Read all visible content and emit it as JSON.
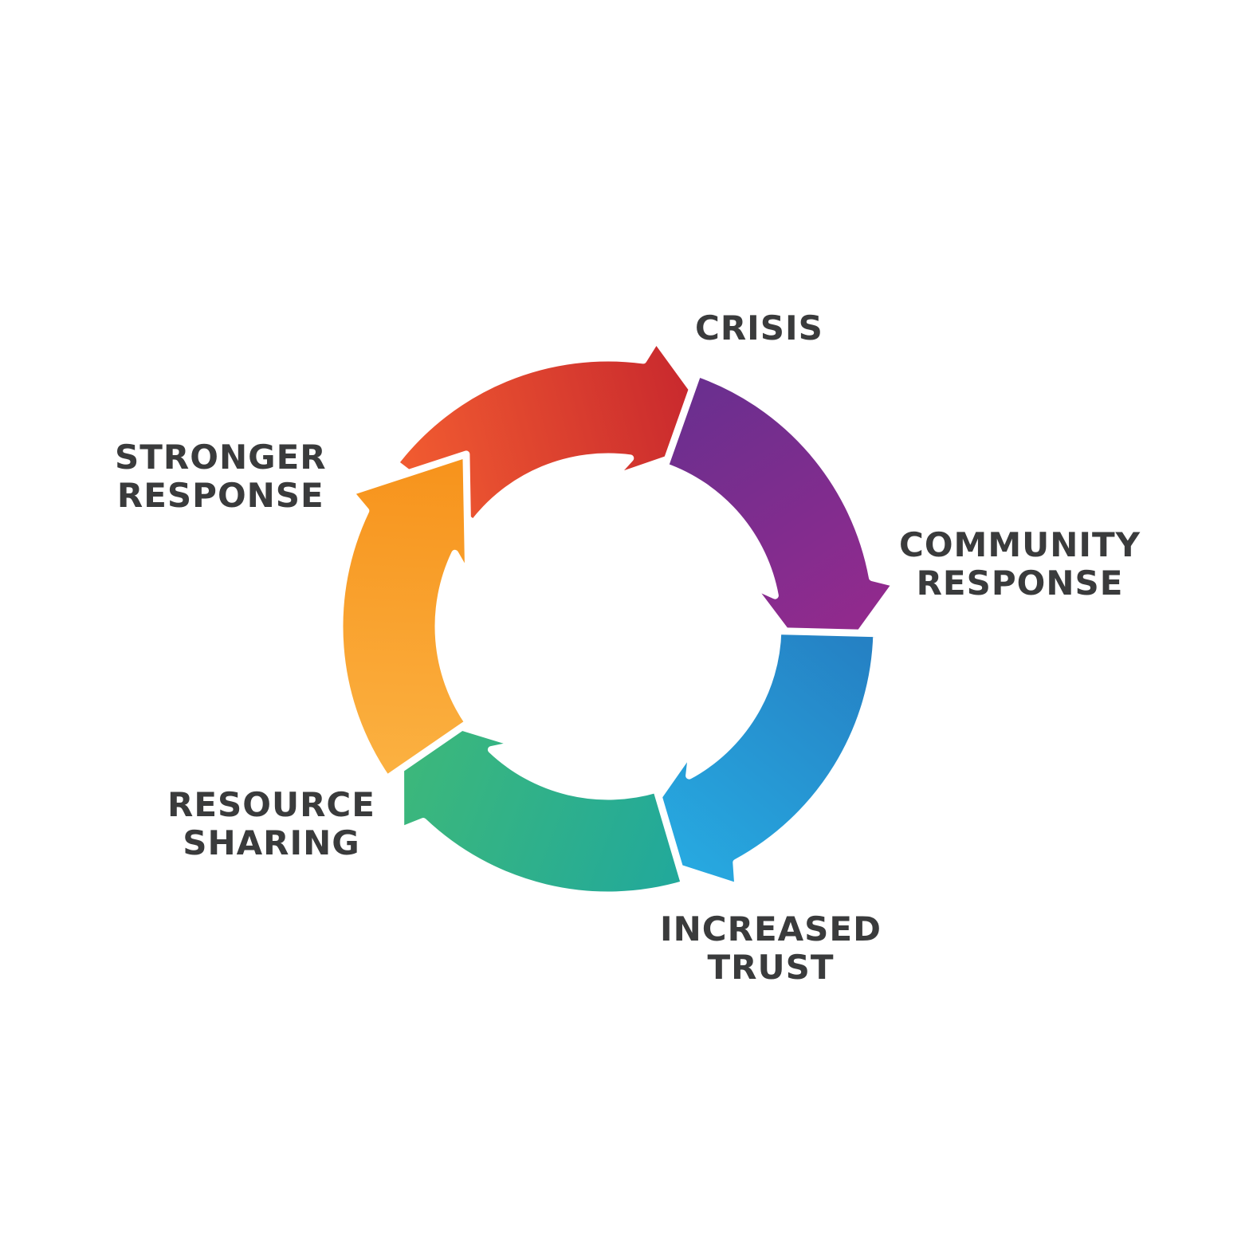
{
  "title": "Crisis response cycle",
  "steps": [
    {
      "name": "crisis",
      "lines": [
        "CRISIS"
      ],
      "colors": [
        "#f05a30",
        "#c8282e"
      ]
    },
    {
      "name": "community-response",
      "lines": [
        "COMMUNITY",
        "RESPONSE"
      ],
      "colors": [
        "#6b2f8f",
        "#932a8d"
      ]
    },
    {
      "name": "increased-trust",
      "lines": [
        "INCREASED",
        "TRUST"
      ],
      "colors": [
        "#2581c4",
        "#27aae1"
      ]
    },
    {
      "name": "resource-sharing",
      "lines": [
        "RESOURCE",
        "SHARING"
      ],
      "colors": [
        "#22a99a",
        "#3db87a"
      ]
    },
    {
      "name": "stronger-response",
      "lines": [
        "STRONGER",
        "RESPONSE"
      ],
      "colors": [
        "#fbb040",
        "#f7941d"
      ]
    }
  ]
}
